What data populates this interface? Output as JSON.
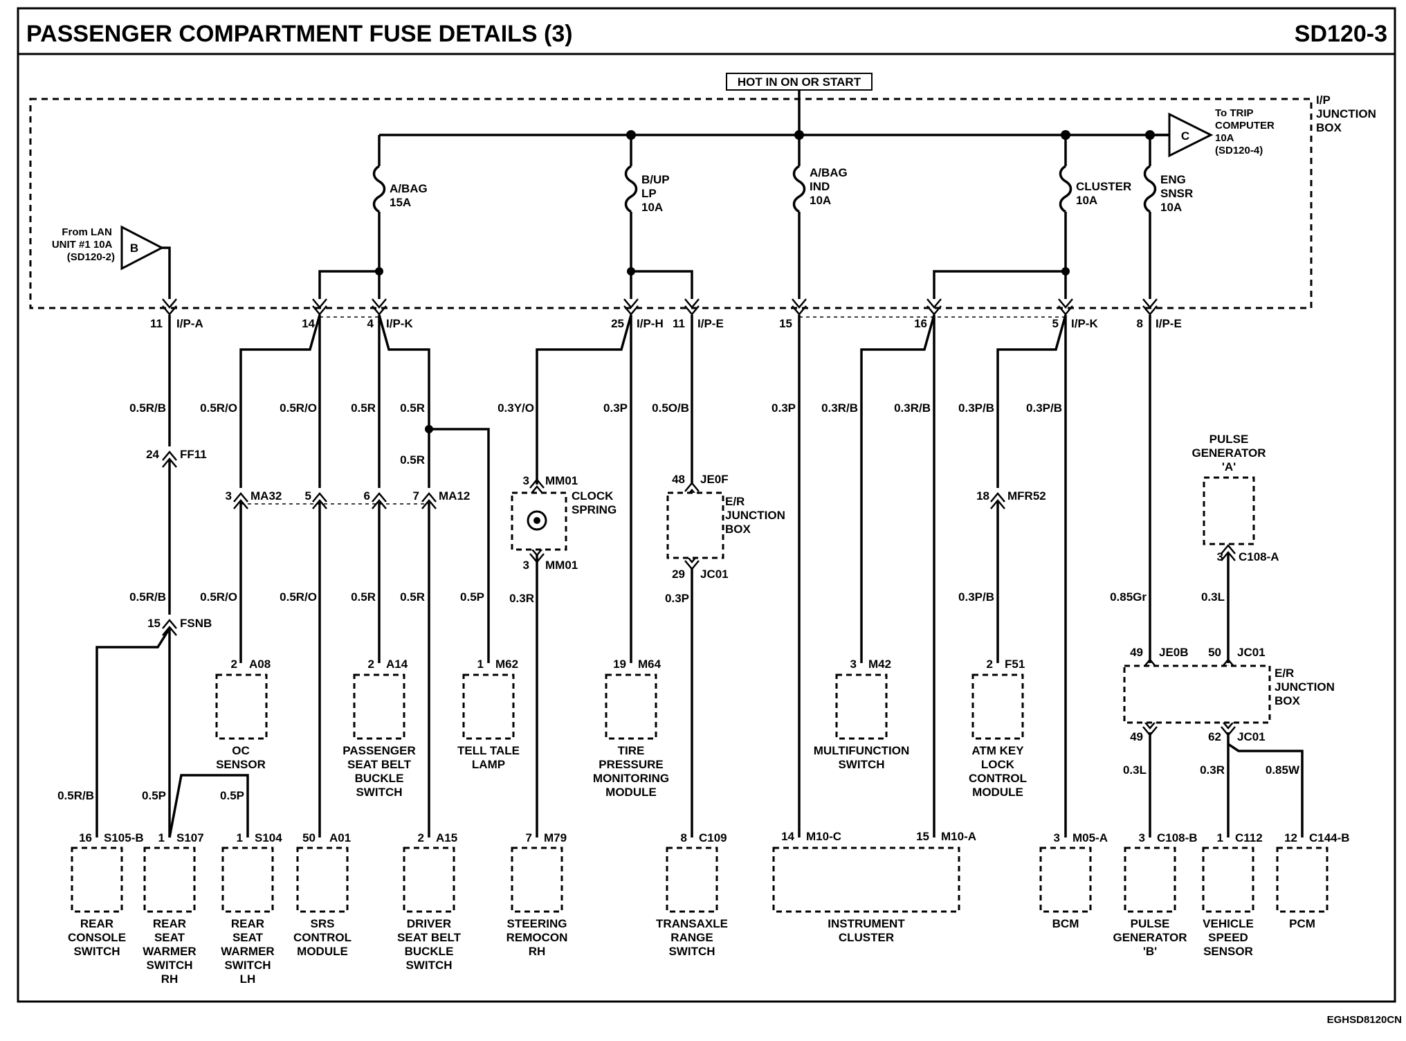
{
  "header": {
    "title": "PASSENGER COMPARTMENT FUSE DETAILS (3)",
    "code": "SD120-3"
  },
  "footer_code": "EGHSD8120CN",
  "hot_label": "HOT IN ON OR START",
  "ip_junction_box": [
    "I/P",
    "JUNCTION",
    "BOX"
  ],
  "er_junction_box": [
    "E/R",
    "JUNCTION",
    "BOX"
  ],
  "from_lan": {
    "lines": [
      "From LAN",
      "UNIT #1 10A",
      "(SD120-2)"
    ],
    "ref": "B"
  },
  "to_trip": {
    "lines": [
      "To TRIP",
      "COMPUTER",
      "10A",
      "(SD120-4)"
    ],
    "ref": "C"
  },
  "fuses": [
    {
      "id": "f1",
      "lines": [
        "A/BAG",
        "15A"
      ]
    },
    {
      "id": "f2",
      "lines": [
        "B/UP",
        "LP",
        "10A"
      ]
    },
    {
      "id": "f3",
      "lines": [
        "A/BAG",
        "IND",
        "10A"
      ]
    },
    {
      "id": "f4",
      "lines": [
        "CLUSTER",
        "10A"
      ]
    },
    {
      "id": "f5",
      "lines": [
        "ENG",
        "SNSR",
        "10A"
      ]
    }
  ],
  "pins": {
    "p11a": "11",
    "ipa": "I/P-A",
    "p14": "14",
    "p4": "4",
    "ipk1": "I/P-K",
    "p25": "25",
    "iph": "I/P-H",
    "p11b": "11",
    "ipe1": "I/P-E",
    "p15": "15",
    "p16": "16",
    "p5": "5",
    "ipk2": "I/P-K",
    "p8": "8",
    "ipe2": "I/P-E"
  },
  "wires": {
    "w1": "0.5R/B",
    "w2": "0.5R/O",
    "w3": "0.5R/O",
    "w4": "0.5R",
    "w5": "0.5R",
    "w5b": "0.5R",
    "w6": "0.3Y/O",
    "w7": "0.3P",
    "w8": "0.5O/B",
    "w9": "0.3P",
    "w10": "0.3R/B",
    "w11": "0.3R/B",
    "w12": "0.3P/B",
    "w13": "0.3P/B",
    "w14": "0.5R/B",
    "w15": "0.5R/O",
    "w16": "0.5R/O",
    "w17": "0.5R",
    "w18": "0.5R",
    "w19": "0.5P",
    "w20": "0.3R",
    "w21": "0.3P",
    "w22": "0.3P/B",
    "w23": "0.85Gr",
    "w24": "0.3L",
    "w25": "0.5R/B",
    "w26": "0.5P",
    "w27": "0.5P",
    "w28": "0.3L",
    "w29": "0.3R",
    "w30": "0.85W"
  },
  "connectors": {
    "c1": "24",
    "c1n": "FF11",
    "c2": "3",
    "c2n": "MA32",
    "c3": "5",
    "c4": "6",
    "c5": "7",
    "c5n": "MA12",
    "c6": "3",
    "c6n": "MM01",
    "c7": "3",
    "c7n": "MM01",
    "c8": "48",
    "c8n": "JE0F",
    "c9": "29",
    "c9n": "JC01",
    "c10": "18",
    "c10n": "MFR52",
    "c11": "15",
    "c11n": "FSNB",
    "c12": "3",
    "c12n": "C108-A",
    "c13": "49",
    "c13n": "JE0B",
    "c14": "50",
    "c14n": "JC01",
    "c15": "49",
    "c16": "62",
    "c16n": "JC01"
  },
  "clock_spring": [
    "CLOCK",
    "SPRING"
  ],
  "pulse_a": [
    "PULSE",
    "GENERATOR",
    "'A'"
  ],
  "mid_components": [
    {
      "pin": "2",
      "code": "A08",
      "name": [
        "OC",
        "SENSOR"
      ]
    },
    {
      "pin": "2",
      "code": "A14",
      "name": [
        "PASSENGER",
        "SEAT BELT",
        "BUCKLE",
        "SWITCH"
      ]
    },
    {
      "pin": "1",
      "code": "M62",
      "name": [
        "TELL TALE",
        "LAMP"
      ]
    },
    {
      "pin": "19",
      "code": "M64",
      "name": [
        "TIRE",
        "PRESSURE",
        "MONITORING",
        "MODULE"
      ]
    },
    {
      "pin": "3",
      "code": "M42",
      "name": [
        "MULTIFUNCTION",
        "SWITCH"
      ]
    },
    {
      "pin": "2",
      "code": "F51",
      "name": [
        "ATM KEY",
        "LOCK",
        "CONTROL",
        "MODULE"
      ]
    }
  ],
  "bottom_components": [
    {
      "pin": "16",
      "code": "S105-B",
      "name": [
        "REAR",
        "CONSOLE",
        "SWITCH"
      ]
    },
    {
      "pin": "1",
      "code": "S107",
      "name": [
        "REAR",
        "SEAT",
        "WARMER",
        "SWITCH",
        "RH"
      ]
    },
    {
      "pin": "1",
      "code": "S104",
      "name": [
        "REAR",
        "SEAT",
        "WARMER",
        "SWITCH",
        "LH"
      ]
    },
    {
      "pin": "50",
      "code": "A01",
      "name": [
        "SRS",
        "CONTROL",
        "MODULE"
      ]
    },
    {
      "pin": "2",
      "code": "A15",
      "name": [
        "DRIVER",
        "SEAT BELT",
        "BUCKLE",
        "SWITCH"
      ]
    },
    {
      "pin": "7",
      "code": "M79",
      "name": [
        "STEERING",
        "REMOCON",
        "RH"
      ]
    },
    {
      "pin": "8",
      "code": "C109",
      "name": [
        "TRANSAXLE",
        "RANGE",
        "SWITCH"
      ]
    },
    {
      "pin": "14",
      "code": "M10-C",
      "name": [
        "INSTRUMENT",
        "CLUSTER"
      ]
    },
    {
      "pin": "15",
      "code": "M10-A",
      "name": []
    },
    {
      "pin": "3",
      "code": "M05-A",
      "name": [
        "BCM"
      ]
    },
    {
      "pin": "3",
      "code": "C108-B",
      "name": [
        "PULSE",
        "GENERATOR",
        "'B'"
      ]
    },
    {
      "pin": "1",
      "code": "C112",
      "name": [
        "VEHICLE",
        "SPEED",
        "SENSOR"
      ]
    },
    {
      "pin": "12",
      "code": "C144-B",
      "name": [
        "PCM"
      ]
    }
  ]
}
